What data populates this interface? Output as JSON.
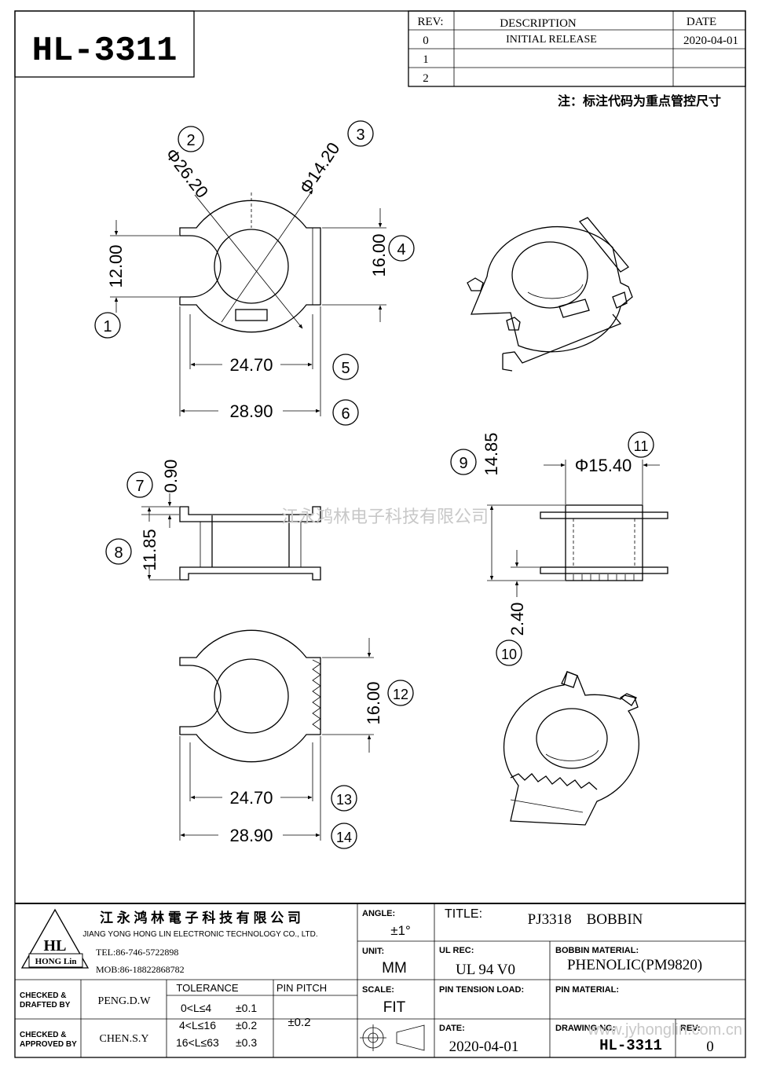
{
  "drawing": {
    "part_code": "HL-3311",
    "note": "注：标注代码为重点管控尺寸",
    "watermark_center": "江永鸿林电子科技有限公司",
    "watermark_url": "www.jyhonglin.com.cn"
  },
  "revisions": {
    "headers": {
      "rev": "REV:",
      "description": "DESCRIPTION",
      "date": "DATE"
    },
    "rows": [
      {
        "rev": "0",
        "description": "INITIAL RELEASE",
        "date": "2020-04-01"
      },
      {
        "rev": "1",
        "description": "",
        "date": ""
      },
      {
        "rev": "2",
        "description": "",
        "date": ""
      }
    ]
  },
  "top_view": {
    "dim_dia_flange": "Φ26.20",
    "dim_dia_hole": "Φ14.20",
    "dim_notch": "12.00",
    "dim_height": "16.00",
    "dim_inner_width": "24.70",
    "dim_outer_width": "28.90"
  },
  "side_view": {
    "dim_flange_thick": "0.90",
    "dim_total_height": "11.85"
  },
  "section_view": {
    "dim_height": "14.85",
    "dim_core_dia": "Φ15.40",
    "dim_bottom": "2.40"
  },
  "bottom_view": {
    "dim_height": "16.00",
    "dim_inner_width": "24.70",
    "dim_outer_width": "28.90"
  },
  "callouts": [
    "1",
    "2",
    "3",
    "4",
    "5",
    "6",
    "7",
    "8",
    "9",
    "10",
    "11",
    "12",
    "13",
    "14"
  ],
  "company": {
    "name_cn": "江 永 鸿 林 電 子 科 技 有 限 公 司",
    "name_en": "JIANG YONG HONG LIN ELECTRONIC TECHNOLOGY CO., LTD.",
    "logo_mark": "HL",
    "logo_text": "HONG Lin",
    "tel": "TEL:86-746-5722898",
    "mob": "MOB:86-18822868782"
  },
  "title_block": {
    "angle_label": "ANGLE:",
    "angle_value": "±1°",
    "unit_label": "UNIT:",
    "unit_value": "MM",
    "scale_label": "SCALE:",
    "scale_value": "FIT",
    "title_label": "TITLE:",
    "title_value": "PJ3318    BOBBIN",
    "ul_label": "UL REC:",
    "ul_value": "UL 94 V0",
    "bobbin_material_label": "BOBBIN MATERIAL:",
    "bobbin_material_value": "PHENOLIC(PM9820)",
    "pin_tension_label": "PIN TENSION LOAD:",
    "pin_material_label": "PIN MATERIAL:",
    "date_label": "DATE:",
    "date_value": "2020-04-01",
    "drawing_no_label": "DRAWING NO:",
    "drawing_no_value": "HL-3311",
    "rev_label": "REV:",
    "rev_value": "0",
    "checked_drafted_label_1": "CHECKED &",
    "checked_drafted_label_2": "DRAFTED BY",
    "drafted_by": "PENG.D.W",
    "checked_approved_label_1": "CHECKED &",
    "checked_approved_label_2": "APPROVED BY",
    "approved_by": "CHEN.S.Y",
    "tolerance_label": "TOLERANCE",
    "tolerance_rows": [
      {
        "range": "0<L≤4",
        "value": "±0.1"
      },
      {
        "range": "4<L≤16",
        "value": "±0.2"
      },
      {
        "range": "16<L≤63",
        "value": "±0.3"
      }
    ],
    "pin_pitch_label": "PIN PITCH",
    "pin_pitch_value": "±0.2"
  }
}
